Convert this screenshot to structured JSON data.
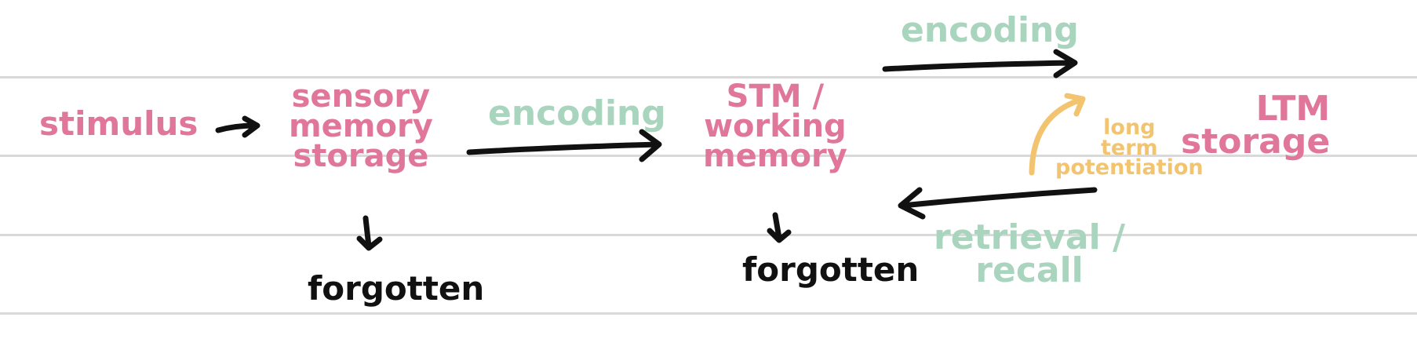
{
  "nodes": {
    "stimulus": "stimulus",
    "sensory_memory": "sensory\nmemory\nstorage",
    "stm": "STM /\nworking\nmemory",
    "ltm": "LTM\nstorage",
    "forgotten_1": "forgotten",
    "forgotten_2": "forgotten"
  },
  "edges": {
    "encoding_1": "encoding",
    "encoding_2": "encoding",
    "retrieval": "retrieval /\nrecall",
    "potentiation": "long\nterm\npotentiation"
  },
  "colors": {
    "pink": "#e0779a",
    "green": "#a9d4bd",
    "black": "#111111",
    "yellow": "#f2c470",
    "ruled_line": "#d9d9d9"
  }
}
